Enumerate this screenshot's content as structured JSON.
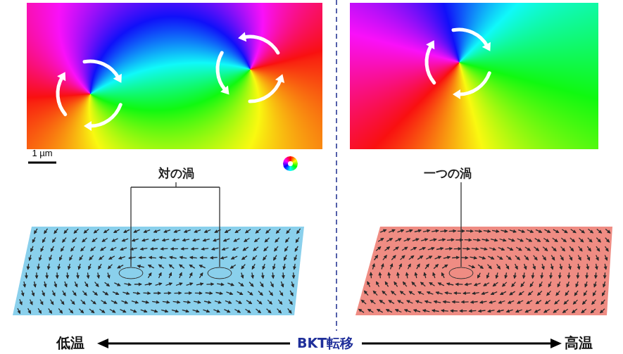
{
  "diagram": {
    "labels": [
      "1 µm",
      "対の渦",
      "一つの渦",
      "低温",
      "BKT転移",
      "高温"
    ]
  }
}
